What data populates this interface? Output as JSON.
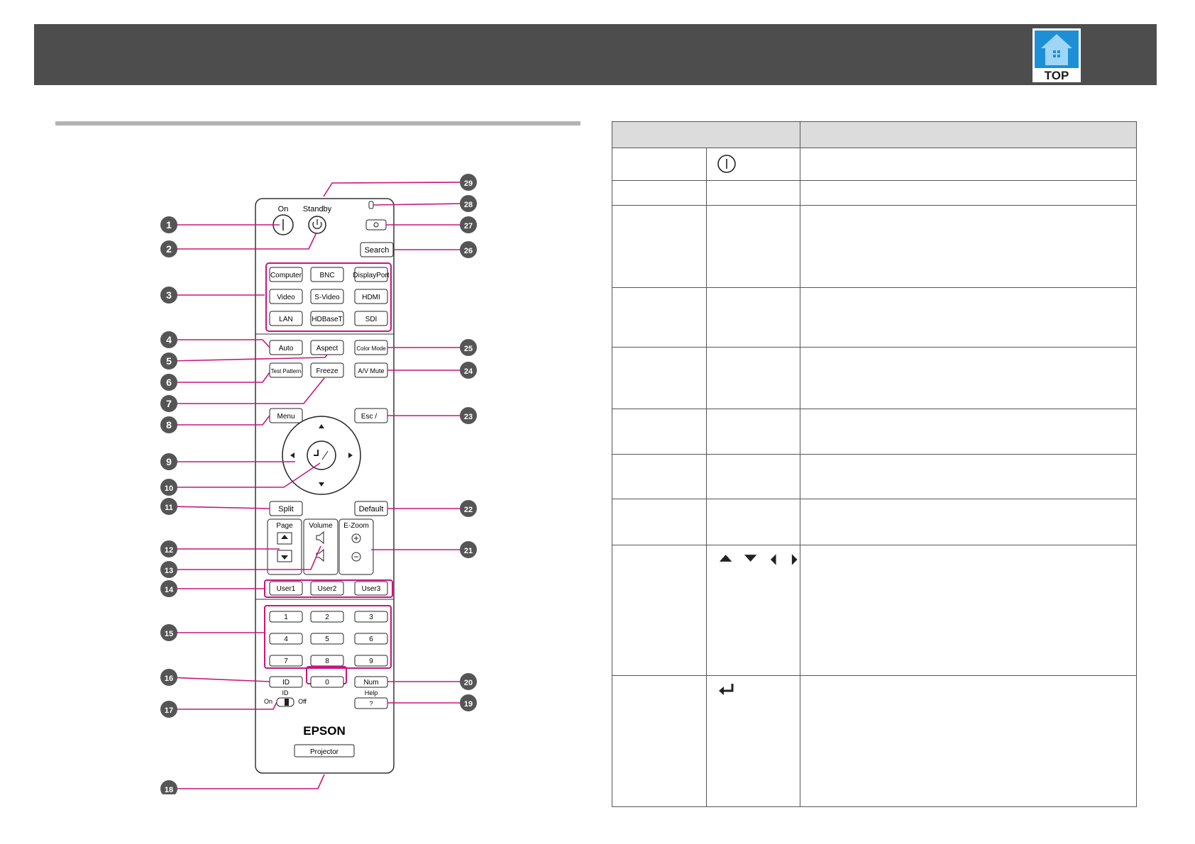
{
  "header": {
    "top_icon_label": "TOP",
    "top_icon": "house-icon"
  },
  "remote": {
    "top_labels": {
      "on": "On",
      "standby": "Standby"
    },
    "buttons": {
      "search": "Search",
      "computer": "Computer",
      "bnc": "BNC",
      "displayport": "DisplayPort",
      "video": "Video",
      "svideo": "S-Video",
      "hdmi": "HDMI",
      "lan": "LAN",
      "hdbaset": "HDBaseT",
      "sdi": "SDI",
      "auto": "Auto",
      "aspect": "Aspect",
      "color_mode": "Color Mode",
      "test_pattern": "Test Pattern",
      "freeze": "Freeze",
      "av_mute": "A/V Mute",
      "menu": "Menu",
      "esc": "Esc /",
      "split": "Split",
      "default": "Default",
      "user1": "User1",
      "user2": "User2",
      "user3": "User3",
      "id": "ID",
      "num": "Num",
      "help_q": "?"
    },
    "group_labels": {
      "page": "Page",
      "volume": "Volume",
      "ezoom": "E-Zoom",
      "id_label": "ID",
      "help": "Help",
      "on": "On",
      "off": "Off"
    },
    "digits": [
      "1",
      "2",
      "3",
      "4",
      "5",
      "6",
      "7",
      "8",
      "9",
      "0"
    ],
    "brand": "EPSON",
    "product": "Projector",
    "callouts": [
      "1",
      "2",
      "3",
      "4",
      "5",
      "6",
      "7",
      "8",
      "9",
      "10",
      "11",
      "12",
      "13",
      "14",
      "15",
      "16",
      "17",
      "18",
      "19",
      "20",
      "21",
      "22",
      "23",
      "24",
      "25",
      "26",
      "27",
      "28",
      "29"
    ],
    "accent_color": "#c8157e"
  },
  "table": {
    "header": [
      "",
      ""
    ],
    "rows": [
      {
        "icon": "power-on-icon"
      },
      {
        "icon": ""
      },
      {
        "icon": ""
      },
      {
        "icon": ""
      },
      {
        "icon": ""
      },
      {
        "icon": ""
      },
      {
        "icon": ""
      },
      {
        "icon": ""
      },
      {
        "icon": "arrow-keys-icons"
      },
      {
        "icon": "enter-icon"
      }
    ]
  }
}
